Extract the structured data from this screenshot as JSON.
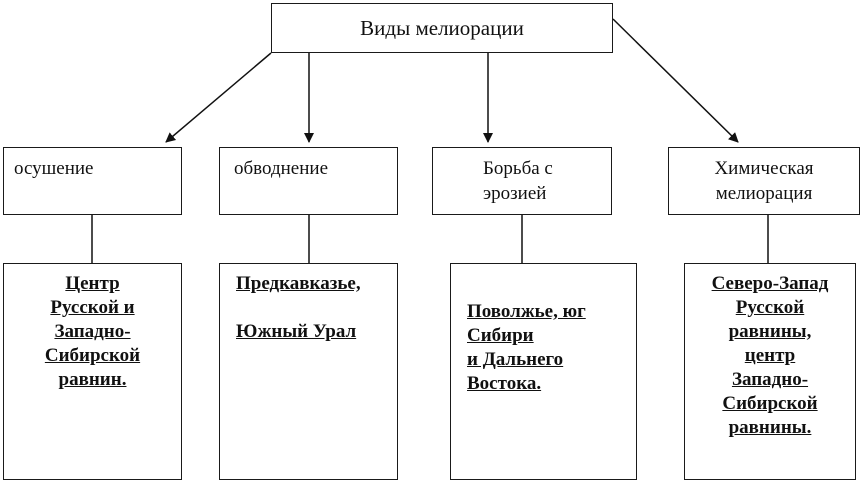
{
  "root": {
    "label": "Виды мелиорации"
  },
  "categories": [
    {
      "lines": [
        "осушение"
      ]
    },
    {
      "lines": [
        "обводнение"
      ]
    },
    {
      "lines": [
        "Борьба с",
        "эрозией"
      ]
    },
    {
      "lines": [
        "Химическая",
        "мелиорация"
      ]
    }
  ],
  "regions": [
    {
      "lines": [
        "Центр",
        "Русской и",
        "Западно-",
        "Сибирской",
        "равнин."
      ]
    },
    {
      "lines": [
        "Предкавказье,",
        "",
        "Южный Урал"
      ]
    },
    {
      "lines": [
        "Поволжье, юг",
        "Сибири",
        "и Дальнего",
        "Востока."
      ]
    },
    {
      "lines": [
        "Северо-Запад",
        "Русской",
        "равнины,",
        "центр",
        "Западно-",
        "Сибирской",
        "равнины."
      ]
    }
  ]
}
